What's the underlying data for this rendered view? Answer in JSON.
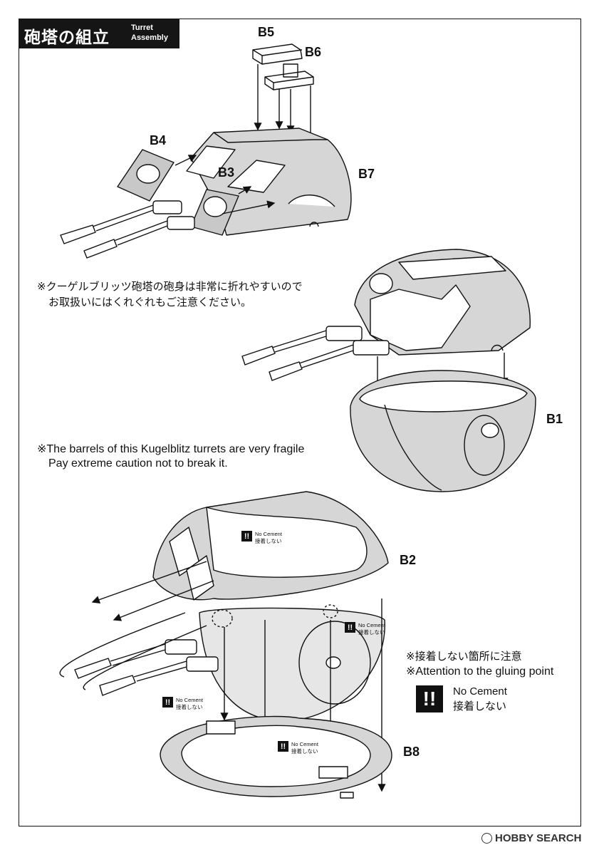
{
  "header": {
    "title_jp": "砲塔の組立",
    "title_en_1": "Turret",
    "title_en_2": "Assembly"
  },
  "parts": {
    "b1": "B1",
    "b2": "B2",
    "b3": "B3",
    "b4": "B4",
    "b5": "B5",
    "b6": "B6",
    "b7": "B7",
    "b8": "B8"
  },
  "notes": {
    "jp_line1": "※クーゲルブリッツ砲塔の砲身は非常に折れやすいので",
    "jp_line2": "お取扱いにはくれぐれもご注意ください。",
    "en_line1": "※The barrels of this Kugelblitz turrets are very fragile",
    "en_line2": "Pay extreme caution not to break it."
  },
  "no_cement": {
    "mark": "!!",
    "label_en": "No Cement",
    "label_jp": "接着しない"
  },
  "gluing": {
    "line_jp": "※接着しない箇所に注意",
    "line_en": "※Attention to the gluing point"
  },
  "watermark": {
    "text": "HOBBY SEARCH"
  }
}
